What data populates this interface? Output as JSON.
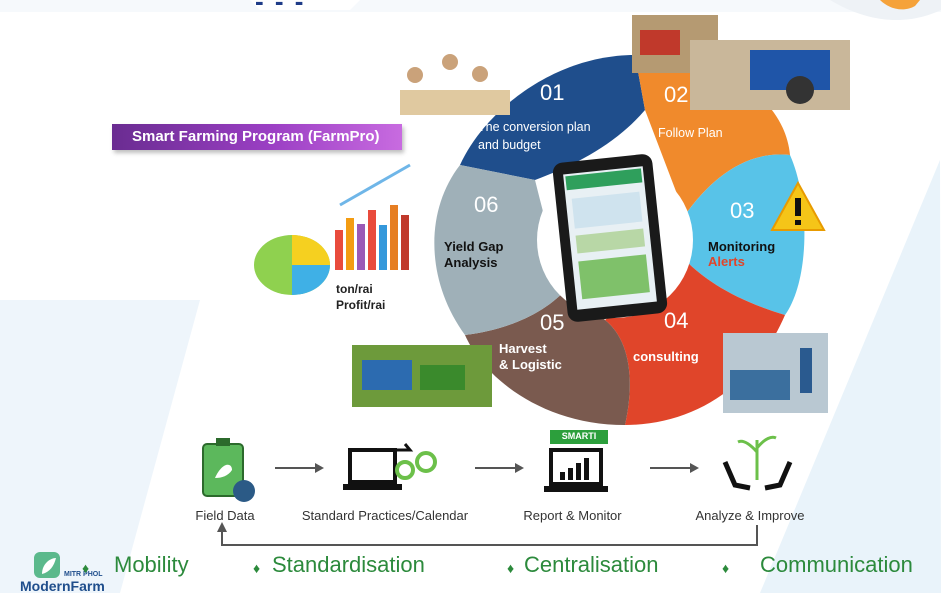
{
  "banner": {
    "label": "Smart Farming Program (FarmPro)"
  },
  "cycle": [
    {
      "num": "01",
      "line1": "The conversion plan",
      "line2": "and budget",
      "color": "#1f4e8c"
    },
    {
      "num": "02",
      "line1": "Follow Plan",
      "line2": "",
      "color": "#f08a2c"
    },
    {
      "num": "03",
      "line1": "Monitoring",
      "line2": "Alerts",
      "color": "#58c3e8"
    },
    {
      "num": "04",
      "line1": "consulting",
      "line2": "",
      "color": "#e0452a"
    },
    {
      "num": "05",
      "line1": "Harvest",
      "line2": "& Logistic",
      "color": "#7a5a4f"
    },
    {
      "num": "06",
      "line1": "Yield Gap",
      "line2": "Analysis",
      "color": "#9fb0b8"
    }
  ],
  "chart_labels": {
    "line1": "ton/rai",
    "line2": "Profit/rai"
  },
  "flow": [
    {
      "label": "Field Data",
      "icon": "clipboard-icon"
    },
    {
      "label": "Standard Practices/Calendar",
      "icon": "laptop-gear-icon"
    },
    {
      "label": "Report & Monitor",
      "icon": "laptop-chart-icon",
      "badge": "SMARTI"
    },
    {
      "label": "Analyze & Improve",
      "icon": "hands-plant-icon"
    }
  ],
  "bottom": [
    "Mobility",
    "Standardisation",
    "Centralisation",
    "Communication"
  ],
  "logo": {
    "line1": "MITR PHOL",
    "line2": "ModernFarm"
  },
  "colors": {
    "green": "#2c8a3c",
    "blue": "#1f4e8c",
    "orange": "#f08a2c",
    "sky": "#58c3e8",
    "red": "#e0452a",
    "brown": "#7a5a4f",
    "grey": "#9fb0b8"
  }
}
